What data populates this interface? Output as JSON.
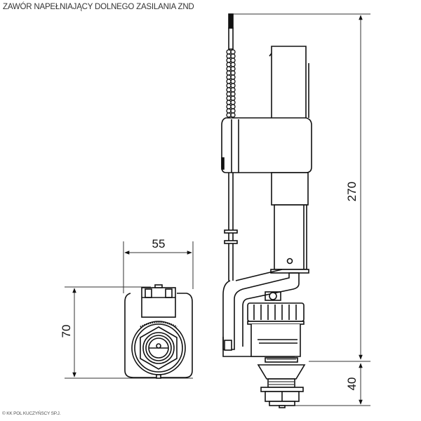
{
  "title": "ZAWÓR NAPEŁNIAJĄCY DOLNEGO ZASILANIA ZND",
  "copyright": "© KK POL KUCZYŃSCY SP.J.",
  "dimensions": {
    "width_label": "55",
    "height_front_label": "70",
    "total_height_label": "270",
    "bottom_thread_label": "40"
  },
  "views": {
    "front": "front-view",
    "side": "side-view"
  },
  "colors": {
    "line": "#111111",
    "dimension_line": "#333333",
    "background": "#ffffff"
  }
}
